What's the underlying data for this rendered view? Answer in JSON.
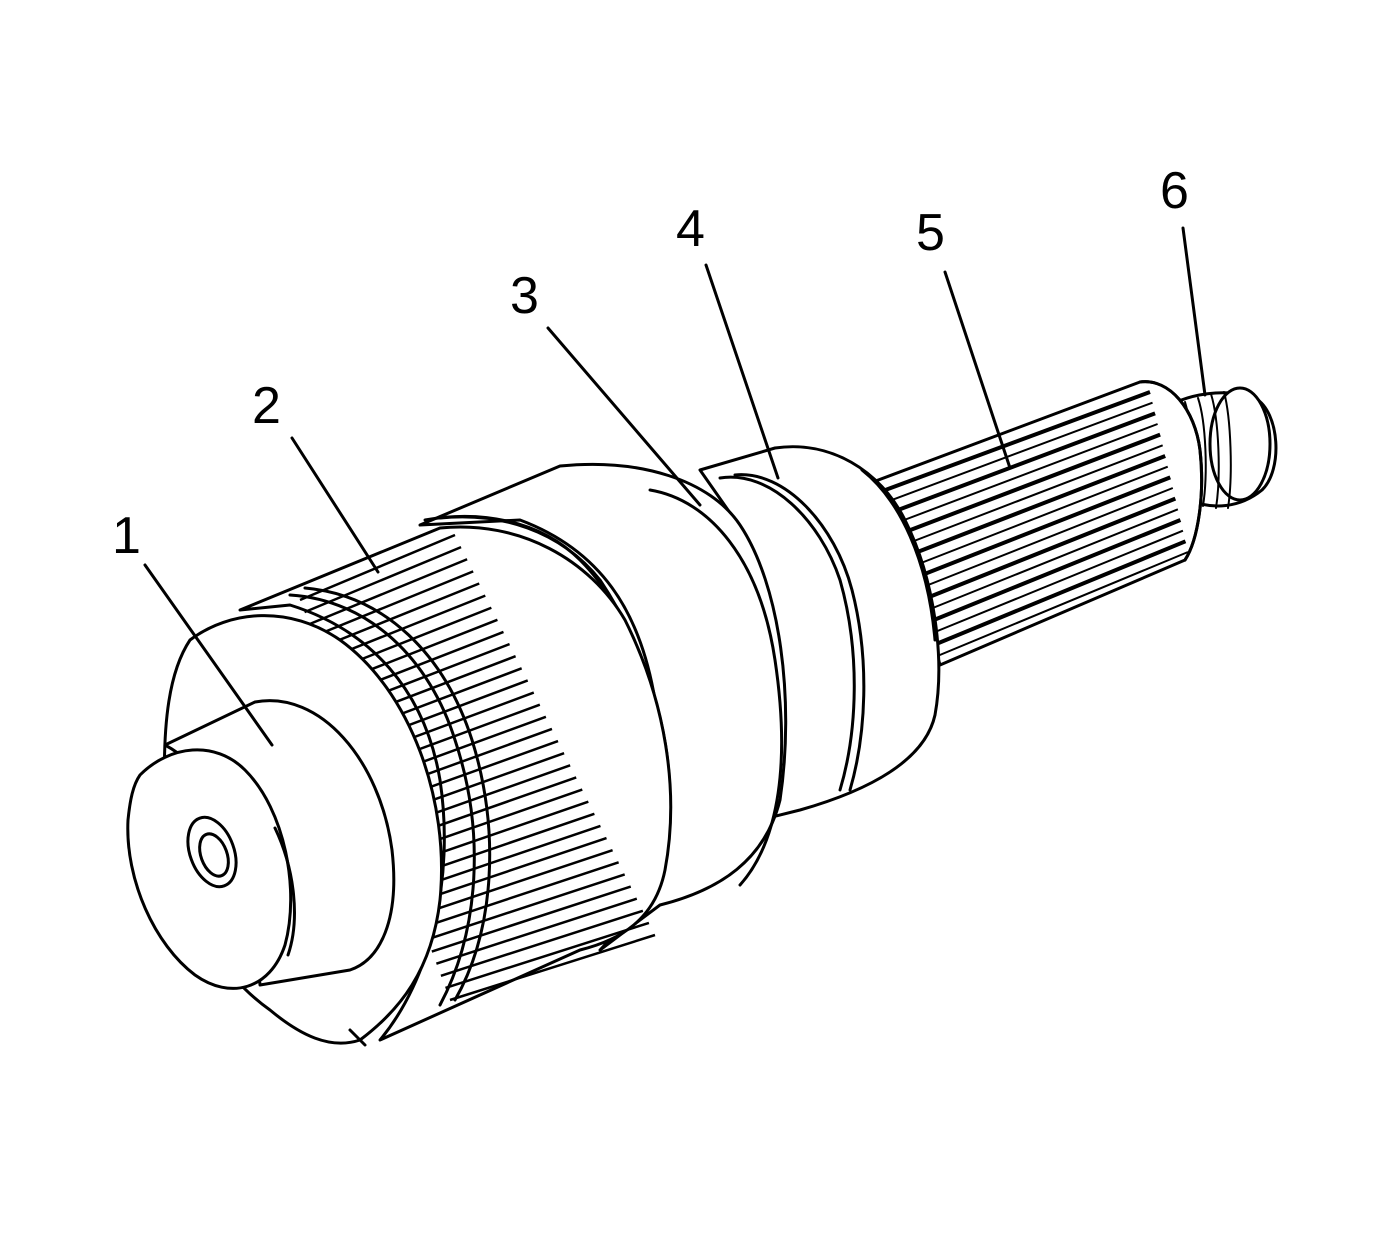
{
  "colors": {
    "ink": "#000000",
    "paper": "#ffffff"
  },
  "callouts": [
    {
      "id": "1",
      "label": "1"
    },
    {
      "id": "2",
      "label": "2"
    },
    {
      "id": "3",
      "label": "3"
    },
    {
      "id": "4",
      "label": "4"
    },
    {
      "id": "5",
      "label": "5"
    },
    {
      "id": "6",
      "label": "6"
    }
  ]
}
